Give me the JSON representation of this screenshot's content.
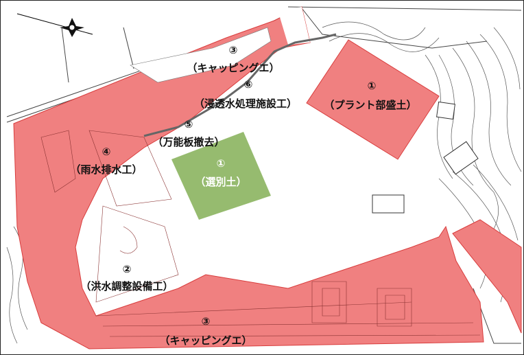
{
  "colors": {
    "work_area": "#f08080",
    "work_area_stroke": "#d83c3c",
    "soil_area": "#96bb6f",
    "line": "#333333"
  },
  "icons": {
    "north_arrow": "compass-north-arrow-icon"
  },
  "labels": {
    "capping_top_num": "③",
    "capping_top_text": "（キャッピングエ）",
    "leachate_num": "⑥",
    "leachate_text": "（浸透水処理施設工）",
    "plant_num": "①",
    "plant_text": "（プラント部盛土）",
    "panel_num": "⑤",
    "panel_text": "（万能板撤去）",
    "rain_num": "④",
    "rain_text": "（雨水排水工）",
    "sorted_num": "①",
    "sorted_text": "（選別土）",
    "flood_num": "②",
    "flood_text": "（洪水調整設備工）",
    "capping_bottom_num": "③",
    "capping_bottom_text": "（キャッピングエ）"
  }
}
